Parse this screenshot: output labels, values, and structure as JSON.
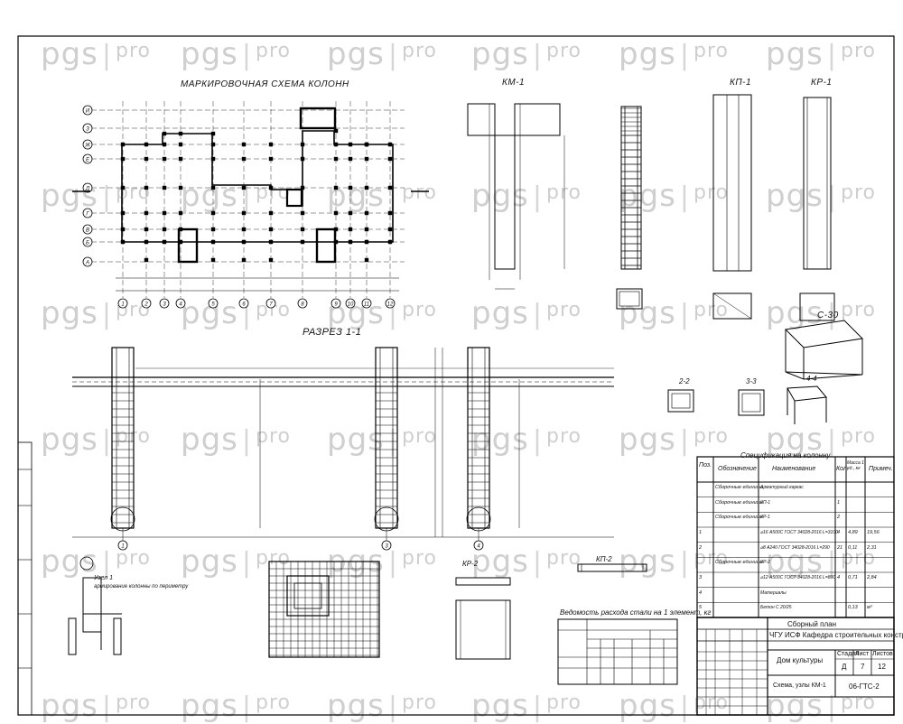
{
  "watermark": {
    "brand": "pgs",
    "sep": "|",
    "suffix": "pro"
  },
  "titles": {
    "plan": "МАРКИРОВОЧНАЯ СХЕМА КОЛОНН",
    "section": "РАЗРЕЗ 1-1",
    "km1": "КМ-1",
    "kp1": "КП-1",
    "kr1": "КР-1",
    "s30": "С-30",
    "s22": "2-2",
    "s33": "3-3",
    "s44": "4-4",
    "kp2": "КП-2",
    "kr2": "КР-2",
    "node": "Узел 1",
    "node_note": "армирование колонны по периметру",
    "spec_title": "Спецификация на колонну",
    "sheet_name": "Сборный план",
    "steel_table": "Ведомость расхода стали на 1 элемент, кг"
  },
  "spec_table": {
    "headers": [
      "Поз.",
      "Обозначение",
      "Наименование",
      "Кол.",
      "Масса 1 ед., кг",
      "Примеч."
    ],
    "rows": [
      [
        "",
        "Сборочные единицы",
        "Арматурный каркас",
        "",
        "",
        ""
      ],
      [
        "",
        "Сборочные единицы",
        "КП-1",
        "1",
        "",
        ""
      ],
      [
        "",
        "Сборочные единицы",
        "КР-1",
        "2",
        "",
        ""
      ],
      [
        "1",
        "",
        "⌀16 А500С ГОСТ 34028-2016 L=3100",
        "4",
        "4,89",
        "19,56"
      ],
      [
        "2",
        "",
        "⌀8 А240 ГОСТ 34028-2016 L=290",
        "21",
        "0,11",
        "2,31"
      ],
      [
        "",
        "Сборочные единицы",
        "КР-2",
        "",
        "",
        ""
      ],
      [
        "3",
        "",
        "⌀12 А500С ГОСТ 34028-2016 L=800",
        "4",
        "0,71",
        "2,84"
      ],
      [
        "4",
        "",
        "Материалы",
        "",
        "",
        ""
      ],
      [
        "5",
        "",
        "Бетон С 20/25",
        "",
        "0,13",
        "м³"
      ]
    ]
  },
  "title_block": {
    "org": "ЧГУ ИСФ Кафедра строительных конструкций",
    "object": "Дом культуры",
    "sheet_label": "Лист",
    "sheets_label": "Листов",
    "stage": "Д",
    "sheet": "7",
    "sheets": "12",
    "code": "06-ГТС-2",
    "drawing": "Схема, узлы КМ-1"
  },
  "plan": {
    "rows": [
      "И",
      "З",
      "Ж",
      "Е",
      "Д",
      "Г",
      "В",
      "Б",
      "А"
    ],
    "cols": [
      "1",
      "2",
      "3",
      "4",
      "5",
      "6",
      "7",
      "8",
      "9",
      "10",
      "11",
      "12"
    ]
  },
  "section": {
    "axes": [
      "1",
      "3",
      "4"
    ]
  }
}
